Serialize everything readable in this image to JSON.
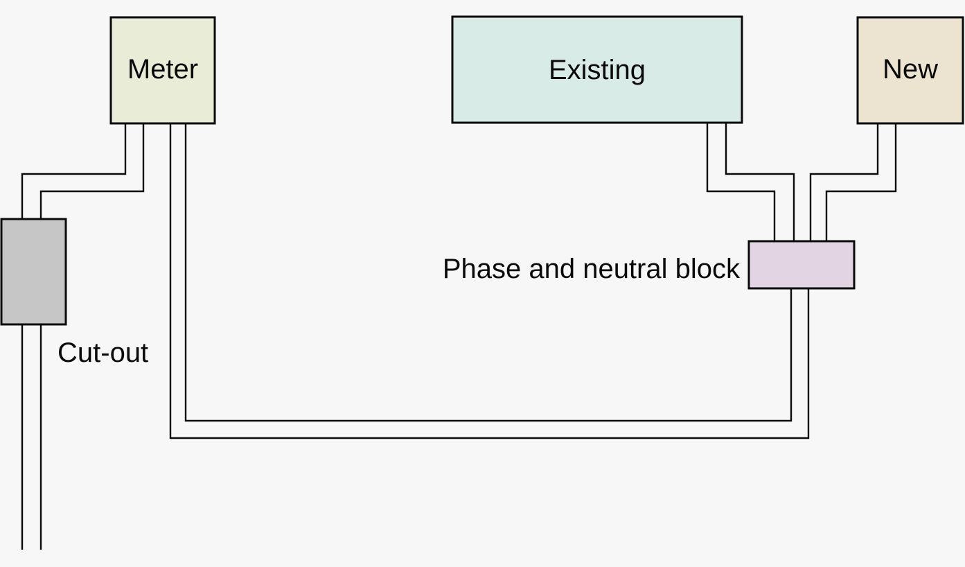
{
  "page": {
    "background": "#f7f7f7"
  },
  "diagram": {
    "line_color": "#0a0a0a",
    "text_color": "#0a0a0a",
    "nodes": {
      "meter": {
        "label": "Meter",
        "fill": "#e9edd7"
      },
      "existing": {
        "label": "Existing",
        "fill": "#d9ebe6"
      },
      "new": {
        "label": "New",
        "fill": "#ece3d1"
      },
      "cutout": {
        "label": "Cut-out",
        "fill": "#c6c6c6"
      },
      "phase_neutral_block": {
        "label": "Phase and neutral block",
        "fill": "#e3d4e3"
      }
    }
  }
}
